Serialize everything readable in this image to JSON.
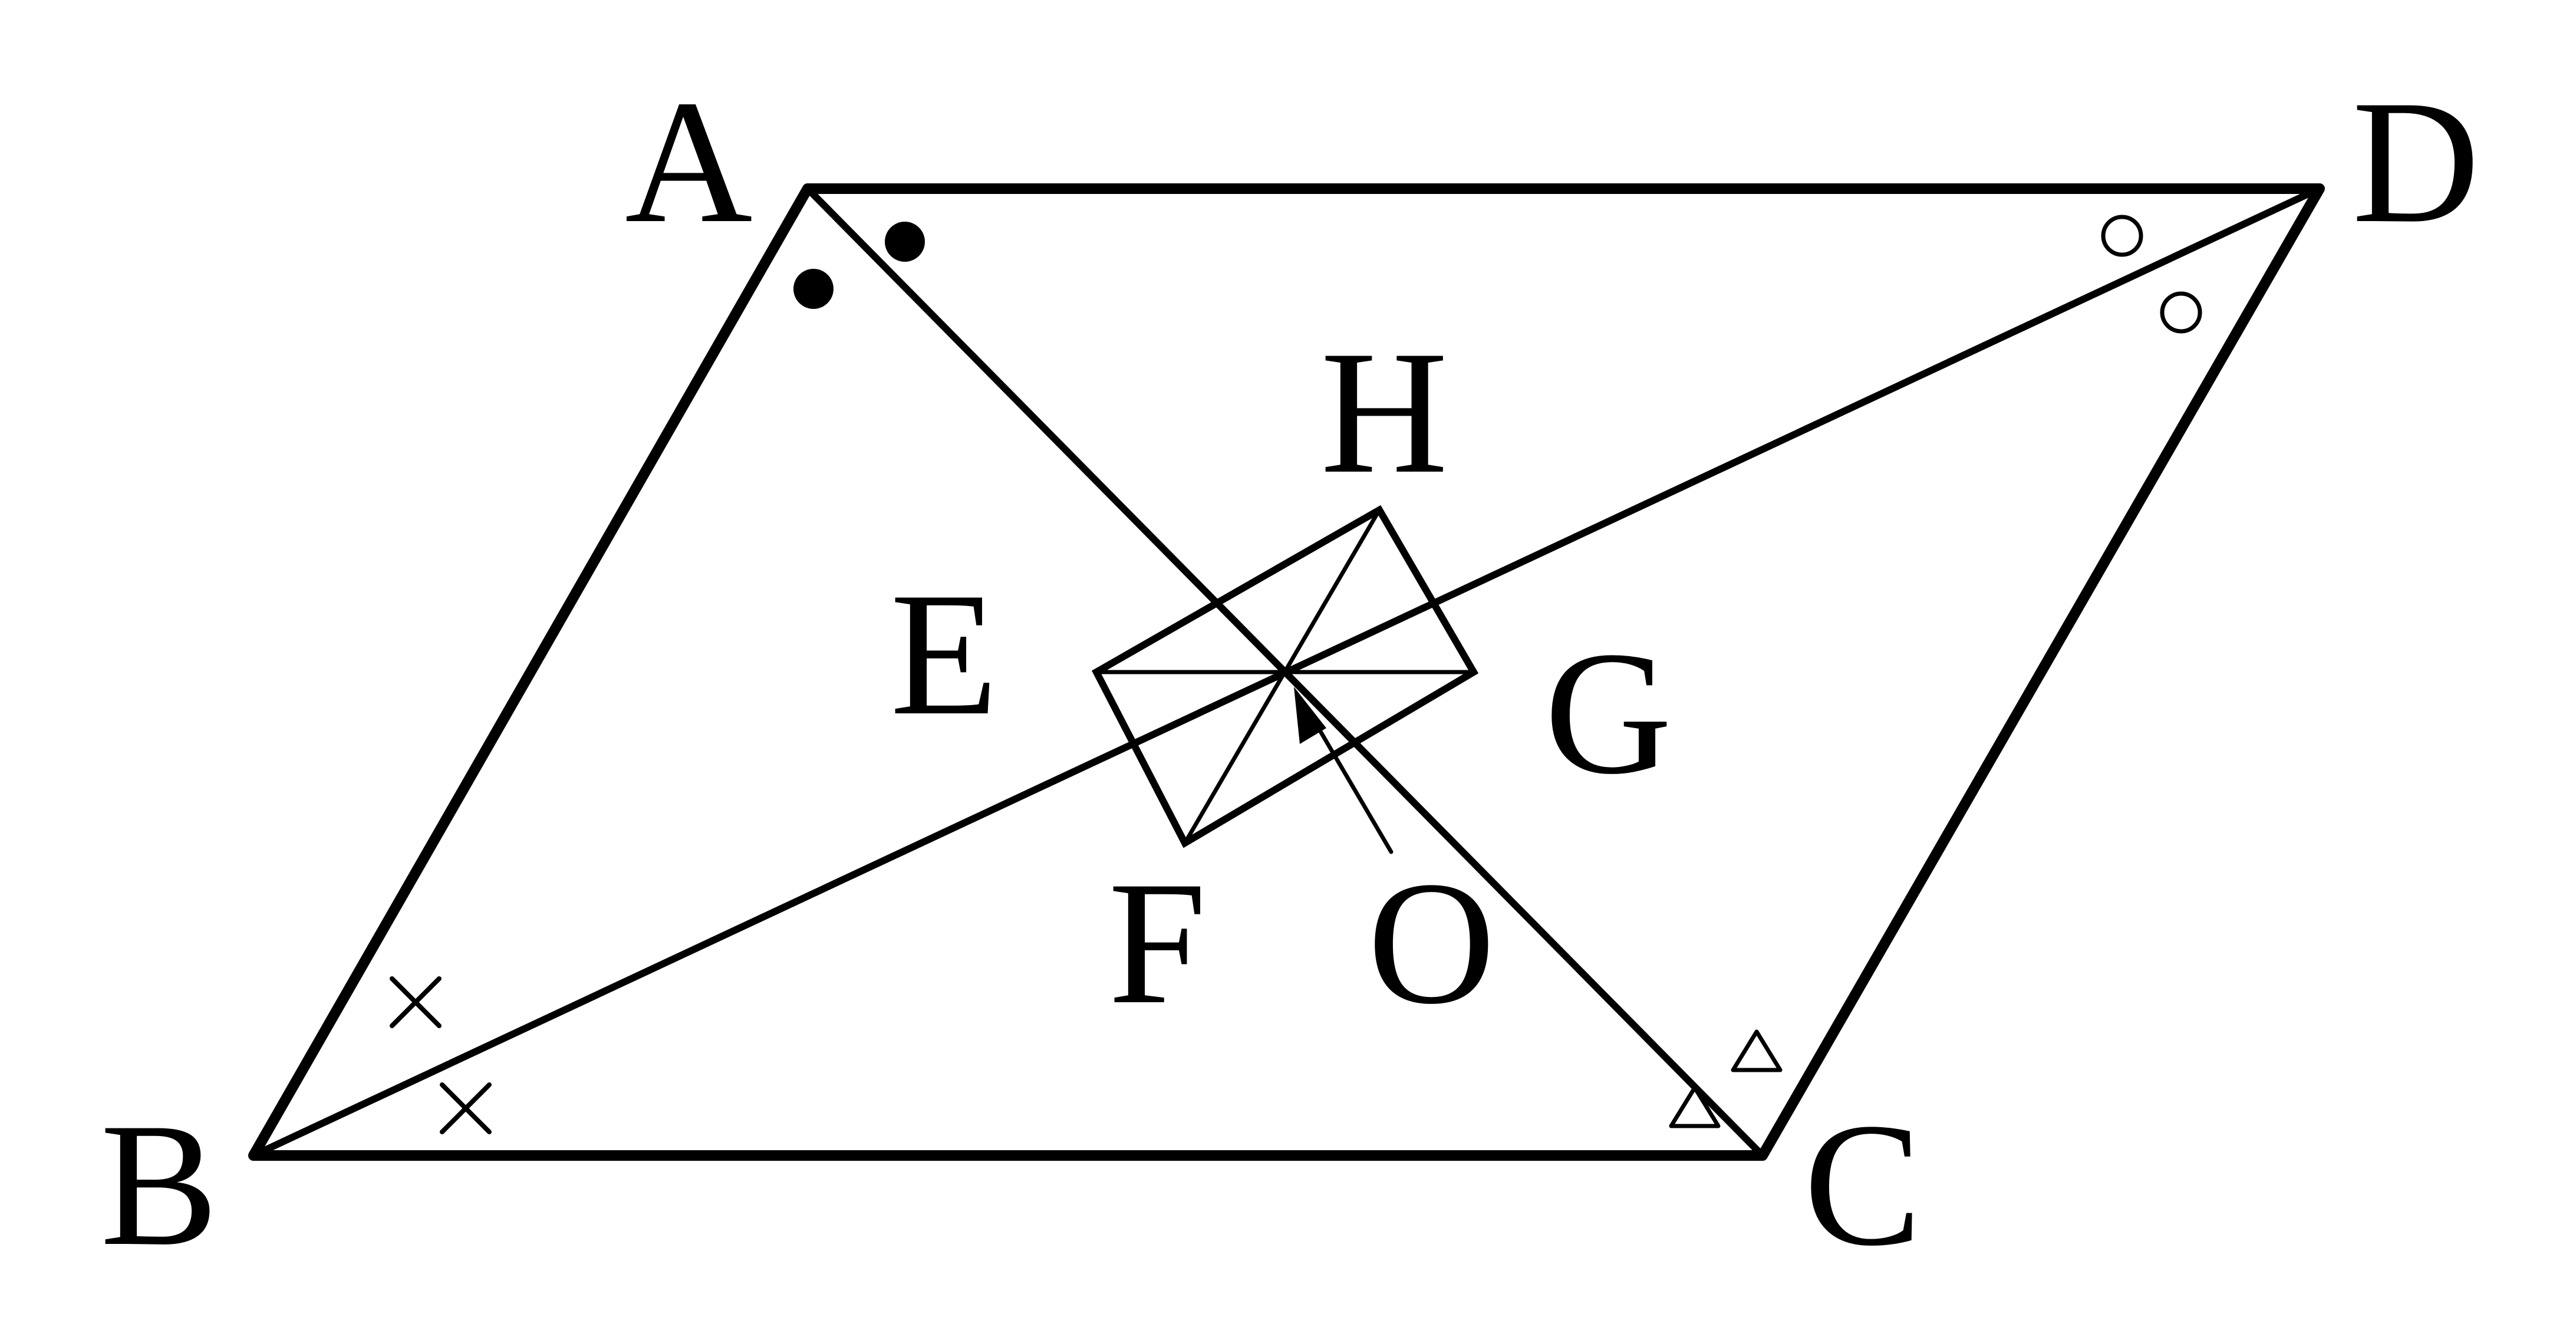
{
  "diagram": {
    "points": {
      "A": "A",
      "B": "B",
      "C": "C",
      "D": "D",
      "E": "E",
      "F": "F",
      "G": "G",
      "H": "H",
      "O": "O"
    },
    "angle_marks": {
      "A": "filled-dot",
      "B": "cross",
      "C": "triangle",
      "D": "open-circle"
    },
    "colors": {
      "ink": "#000000",
      "background": "#ffffff"
    }
  }
}
